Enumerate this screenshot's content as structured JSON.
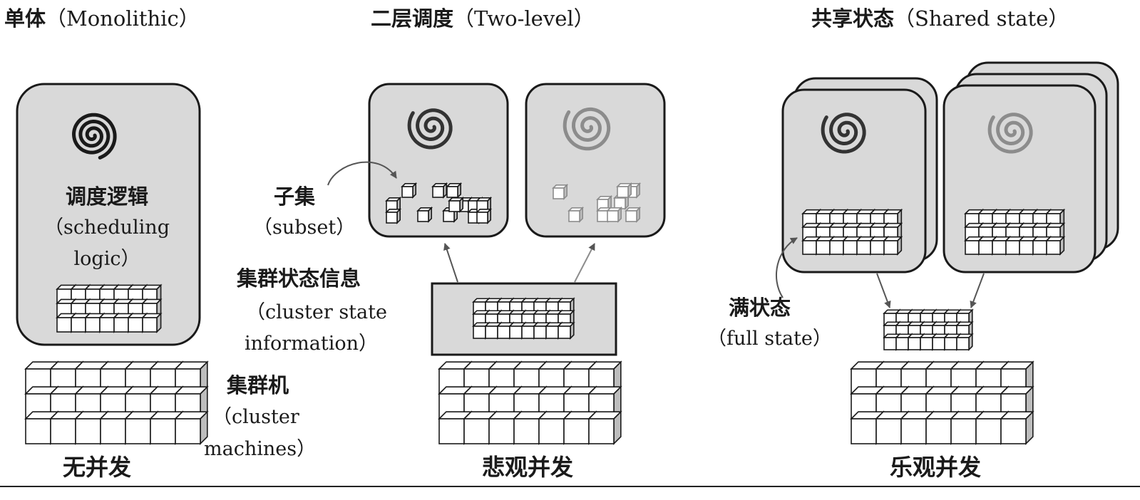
{
  "titles": {
    "monolithic": {
      "cn": "单体",
      "en": "（Monolithic）"
    },
    "two_level": {
      "cn": "二层调度",
      "en": "（Two-level）"
    },
    "shared_state": {
      "cn": "共享状态",
      "en": "（Shared state）"
    }
  },
  "labels": {
    "scheduling_logic": {
      "cn": "调度逻辑",
      "en1": "（scheduling",
      "en2": "logic）"
    },
    "subset": {
      "cn": "子集",
      "en": "（subset）"
    },
    "cluster_state": {
      "cn": "集群状态信息",
      "en1": "（cluster state",
      "en2": "information）"
    },
    "cluster_machines": {
      "cn": "集群机",
      "en1": "（cluster",
      "en2": "machines）"
    },
    "full_state": {
      "cn": "满状态",
      "en": "（full state）"
    }
  },
  "footers": {
    "monolithic": "无并发",
    "two_level": "悲观并发",
    "shared_state": "乐观并发"
  },
  "colors": {
    "panel_fill": "#d9d9d9",
    "stroke": "#1a1a1a",
    "faded": "#8c8c8c",
    "cube_face": "#ffffff",
    "cube_side": "#bdbdbd"
  }
}
